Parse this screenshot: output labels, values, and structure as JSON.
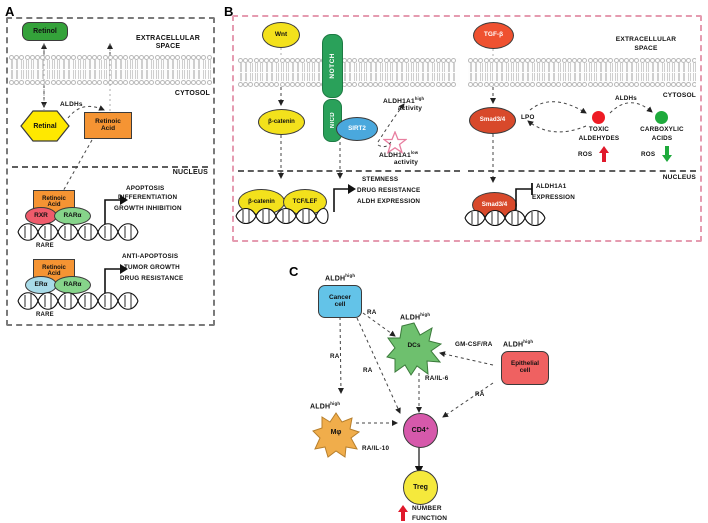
{
  "figure": {
    "panels": [
      {
        "letter": "A",
        "compartments": {
          "extracellular": "EXTRACELLULAR\nSPACE",
          "extracellular_line1": "EXTRACELLULAR",
          "extracellular_line2": "SPACE",
          "cytosol": "CYTOSOL",
          "nucleus": "NUCLEUS"
        },
        "nodes": [
          {
            "id": "retinol",
            "label": "Retinol",
            "shape": "rounded-rect",
            "color": "#34a23a",
            "text_color": "#111111"
          },
          {
            "id": "retinal",
            "label": "Retinal",
            "shape": "hexagon",
            "color": "#ffe800",
            "text_color": "#111111"
          },
          {
            "id": "retinoic-acid-1",
            "label": "Retinoic\nAcid",
            "label_line1": "Retinoic",
            "label_line2": "Acid",
            "shape": "rect",
            "color": "#f59433",
            "text_color": "#111111"
          },
          {
            "id": "retinoic-acid-2",
            "label_line1": "Retinoic",
            "label_line2": "Acid",
            "shape": "rect",
            "color": "#f59433",
            "text_color": "#111111"
          },
          {
            "id": "retinoic-acid-3",
            "label_line1": "Retinoic",
            "label_line2": "Acid",
            "shape": "rect",
            "color": "#f59433",
            "text_color": "#111111"
          },
          {
            "id": "rxr",
            "label": "RXR",
            "shape": "ellipse",
            "color": "#ef5b6b",
            "text_color": "#111111"
          },
          {
            "id": "rar-alpha-1",
            "label": "RARα",
            "shape": "ellipse",
            "color": "#86d48a",
            "text_color": "#111111"
          },
          {
            "id": "er-alpha",
            "label": "ERα",
            "shape": "ellipse",
            "color": "#a8dbe8",
            "text_color": "#111111"
          },
          {
            "id": "rar-alpha-2",
            "label": "RARα",
            "shape": "ellipse",
            "color": "#86d48a",
            "text_color": "#111111"
          }
        ],
        "enzyme_label": "ALDHs",
        "dna_labels": [
          "RARE",
          "RARE"
        ],
        "outcomes_top": [
          "APOPTOSIS",
          "DIFFERENTIATION",
          "GROWTH INHIBITION"
        ],
        "outcomes_bottom": [
          "ANTI-APOPTOSIS",
          "TUMOR GROWTH",
          "DRUG RESISTANCE"
        ]
      },
      {
        "letter": "B",
        "compartments": {
          "extracellular_line1": "EXTRACELLULAR",
          "extracellular_line2": "SPACE",
          "cytosol": "CYTOSOL",
          "nucleus": "NUCLEUS"
        },
        "nodes": [
          {
            "id": "wnt",
            "label": "Wnt",
            "shape": "ellipse",
            "color": "#f3e11c",
            "text_color": "#111111"
          },
          {
            "id": "notch",
            "label": "NOTCH",
            "shape": "rounded-rect-vertical",
            "color": "#2aa15a",
            "text_color": "#ffffff"
          },
          {
            "id": "nicd",
            "label": "NICD",
            "shape": "rounded-rect-vertical",
            "color": "#2aa15a",
            "text_color": "#ffffff"
          },
          {
            "id": "sirt2",
            "label": "SIRT2",
            "shape": "ellipse",
            "color": "#4aa8dd",
            "text_color": "#ffffff"
          },
          {
            "id": "beta-catenin-cytosol",
            "label": "β-catenin",
            "shape": "ellipse",
            "color": "#f3e11c",
            "text_color": "#111111"
          },
          {
            "id": "beta-catenin-nucleus",
            "label": "β-catenin",
            "shape": "ellipse",
            "color": "#f3e11c",
            "text_color": "#111111"
          },
          {
            "id": "tcf-lef",
            "label": "TCF/LEF",
            "shape": "ellipse",
            "color": "#f3e11c",
            "text_color": "#111111"
          },
          {
            "id": "tgf-beta",
            "label": "TGF-β",
            "shape": "ellipse",
            "color": "#ef5130",
            "text_color": "#ffffff"
          },
          {
            "id": "smad34-cytosol",
            "label": "Smad3/4",
            "shape": "ellipse",
            "color": "#d8492b",
            "text_color": "#ffffff"
          },
          {
            "id": "smad34-nucleus",
            "label": "Smad3/4",
            "shape": "ellipse",
            "color": "#d8492b",
            "text_color": "#ffffff"
          },
          {
            "id": "toxic-aldehydes-dot",
            "label": "",
            "shape": "circle",
            "color": "#ee1b24",
            "text_color": "#111111"
          },
          {
            "id": "carboxylic-acids-dot",
            "label": "",
            "shape": "circle",
            "color": "#1eaa3c",
            "text_color": "#111111"
          },
          {
            "id": "aldh1a1-low-star",
            "label": "",
            "shape": "star-outline",
            "color": "#e87fa0",
            "text_color": "#111111"
          }
        ],
        "labels": {
          "aldh1a1_high_name": "ALDH1A1",
          "aldh1a1_high_sup": "high",
          "aldh1a1_high_activity": "activity",
          "aldh1a1_low_name": "ALDH1A1",
          "aldh1a1_low_sup": "low",
          "aldh1a1_low_activity": "activity",
          "lpo": "LPO",
          "aldhs": "ALDHs",
          "toxic_aldehydes_line1": "TOXIC",
          "toxic_aldehydes_line2": "ALDEHYDES",
          "carboxylic_acids_line1": "CARBOXYLIC",
          "carboxylic_acids_line2": "ACIDS",
          "ros_up": "ROS",
          "ros_down": "ROS",
          "aldh1a1_expression_line1": "ALDH1A1",
          "aldh1a1_expression_line2": "EXPRESSION"
        },
        "outcomes_wnt": [
          "STEMNESS",
          "DRUG RESISTANCE",
          "ALDH EXPRESSION"
        ]
      },
      {
        "letter": "C",
        "nodes": [
          {
            "id": "cancer-cell",
            "label_line1": "Cancer",
            "label_line2": "cell",
            "shape": "rounded-rect",
            "color": "#63c3e8",
            "text_color": "#111111",
            "marker": "ALDH",
            "marker_sup": "high"
          },
          {
            "id": "dcs",
            "label": "DCs",
            "shape": "starburst",
            "color": "#6ec06e",
            "text_color": "#111111",
            "marker": "ALDH",
            "marker_sup": "high"
          },
          {
            "id": "epithelial-cell",
            "label_line1": "Epithelial",
            "label_line2": "cell",
            "shape": "rounded-rect",
            "color": "#ef6161",
            "text_color": "#111111",
            "marker": "ALDH",
            "marker_sup": "high"
          },
          {
            "id": "macrophage",
            "label": "Mφ",
            "shape": "starburst",
            "color": "#f0ad4b",
            "text_color": "#111111",
            "marker": "ALDH",
            "marker_sup": "high"
          },
          {
            "id": "cd4",
            "label": "CD4⁺",
            "shape": "circle",
            "color": "#d659ab",
            "text_color": "#111111"
          },
          {
            "id": "treg",
            "label": "Treg",
            "shape": "circle",
            "color": "#f5e93c",
            "text_color": "#111111"
          }
        ],
        "edge_labels": {
          "cancer_to_dcs": "RA",
          "cancer_to_macrophage": "RA",
          "cancer_to_cd4": "RA",
          "dcs_to_cd4": "RA/IL-6",
          "epithelial_to_dcs": "GM-CSF/RA",
          "epithelial_to_cd4": "RA",
          "macrophage_to_cd4": "RA/IL-10"
        },
        "treg_effects": {
          "line1": "NUMBER",
          "line2": "FUNCTION",
          "arrow": "up",
          "arrow_color": "#e0192b"
        }
      }
    ],
    "colors": {
      "panel_a_border": "#7a7a7a",
      "panel_b_border": "#e59bb0",
      "ros_up_arrow": "#e0192b",
      "ros_down_arrow": "#1eaa3c",
      "arrow_dashed": "#333333"
    }
  }
}
